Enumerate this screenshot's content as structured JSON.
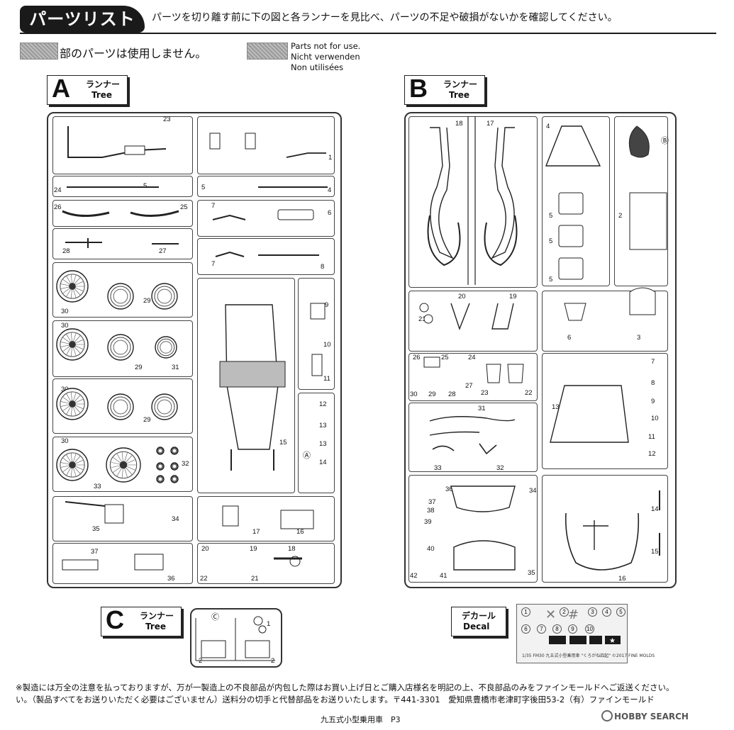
{
  "header": {
    "title": "パーツリスト",
    "note": "パーツを切り離す前に下の図と各ランナーを見比べ、パーツの不足や破損がないかを確認してください。"
  },
  "legend": {
    "jp": "部のパーツは使用しません。",
    "en": [
      "Parts not for use.",
      "Nicht verwenden",
      "Non utilisées"
    ]
  },
  "runners": {
    "a": {
      "letter": "A",
      "jp": "ランナー",
      "en": "Tree",
      "mark": "Ⓐ",
      "numbers": [
        "23",
        "1",
        "24",
        "5",
        "5",
        "4",
        "26",
        "25",
        "7",
        "6",
        "28",
        "27",
        "7",
        "8",
        "30",
        "29",
        "9",
        "10",
        "30",
        "29",
        "31",
        "11",
        "30",
        "29",
        "12",
        "13",
        "13",
        "14",
        "15",
        "30",
        "32",
        "33",
        "34",
        "35",
        "17",
        "16",
        "37",
        "36",
        "20",
        "19",
        "18",
        "22",
        "21"
      ]
    },
    "b": {
      "letter": "B",
      "jp": "ランナー",
      "en": "Tree",
      "mark": "Ⓑ",
      "numbers": [
        "18",
        "17",
        "4",
        "2",
        "5",
        "5",
        "5",
        "20",
        "19",
        "21",
        "6",
        "3",
        "26",
        "25",
        "24",
        "7",
        "8",
        "9",
        "10",
        "11",
        "12",
        "13",
        "30",
        "29",
        "28",
        "27",
        "23",
        "22",
        "31",
        "33",
        "32",
        "36",
        "34",
        "37",
        "38",
        "39",
        "40",
        "42",
        "41",
        "35",
        "14",
        "15",
        "16"
      ]
    },
    "c": {
      "letter": "C",
      "jp": "ランナー",
      "en": "Tree",
      "mark": "Ⓒ",
      "numbers": [
        "1",
        "2",
        "2"
      ]
    }
  },
  "decal": {
    "jp": "デカール",
    "en": "Decal",
    "numbers": [
      "1",
      "2",
      "3",
      "4",
      "5",
      "6",
      "7",
      "8",
      "9",
      "10"
    ],
    "caption": "1/35 FM30 九五式小型乗用車 \"くろがね四起\" ©2017 FINE MOLDS"
  },
  "footer": {
    "line1": "※製造には万全の注意を払っておりますが、万が一製造上の不良部品が内包した際はお買い上げ日とご購入店様名を明記の上、不良部品のみをファインモールドへご返送ください。",
    "line2": "い。（製品すべてをお送りいただく必要はございません）送料分の切手と代替部品をお送りいたします。〒441-3301　愛知県豊橋市老津町字後田53-2（有）ファインモールド",
    "page": "九五式小型乗用車　P3",
    "watermark": "HOBBY SEARCH"
  },
  "colors": {
    "ink": "#111111",
    "frame": "#333333",
    "unused_fill": "#a9a9a9"
  }
}
